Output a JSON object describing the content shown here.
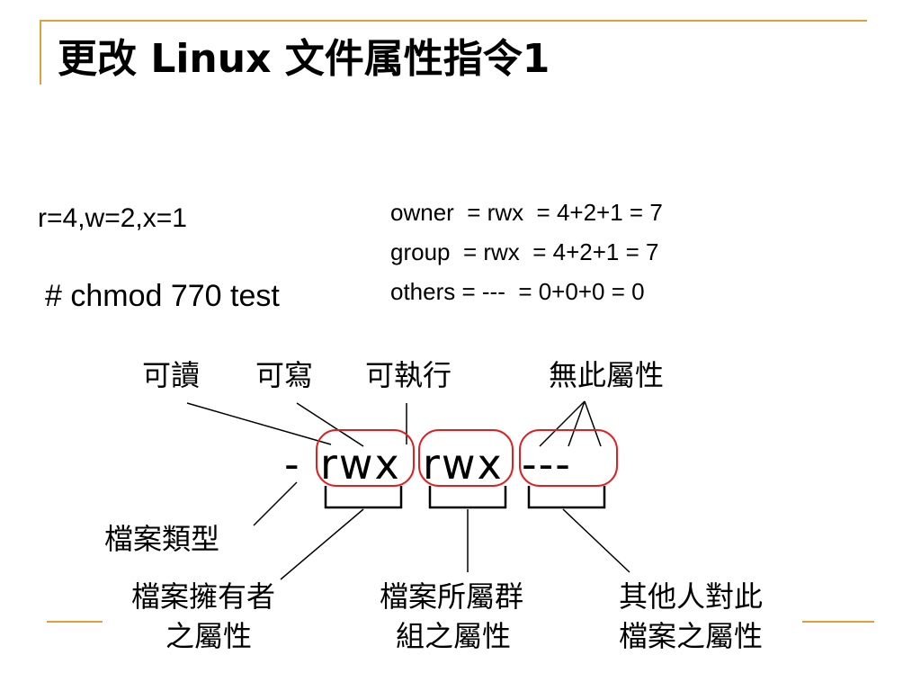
{
  "slide": {
    "title": "更改 Linux 文件属性指令1",
    "rwx_values": "r=4,w=2,x=1",
    "command": "# chmod 770 test",
    "permission_lines": [
      "owner  = rwx  = 4+2+1 = 7",
      "group  = rwx  = 4+2+1 = 7",
      "others = ---  = 0+0+0 = 0"
    ],
    "accent_color": "#d9a23a",
    "highlight_color": "#e02020"
  },
  "diagram": {
    "permission_string": {
      "type_char": "-",
      "owner": "rwx",
      "group": "rwx",
      "others": "---"
    },
    "labels": {
      "readable": "可讀",
      "writable": "可寫",
      "executable": "可執行",
      "no_attribute": "無此屬性",
      "file_type": "檔案類型",
      "owner_attr_line1": "檔案擁有者",
      "owner_attr_line2": "之屬性",
      "group_attr_line1": "檔案所屬群",
      "group_attr_line2": "組之屬性",
      "others_attr_line1": "其他人對此",
      "others_attr_line2": "檔案之屬性"
    }
  }
}
